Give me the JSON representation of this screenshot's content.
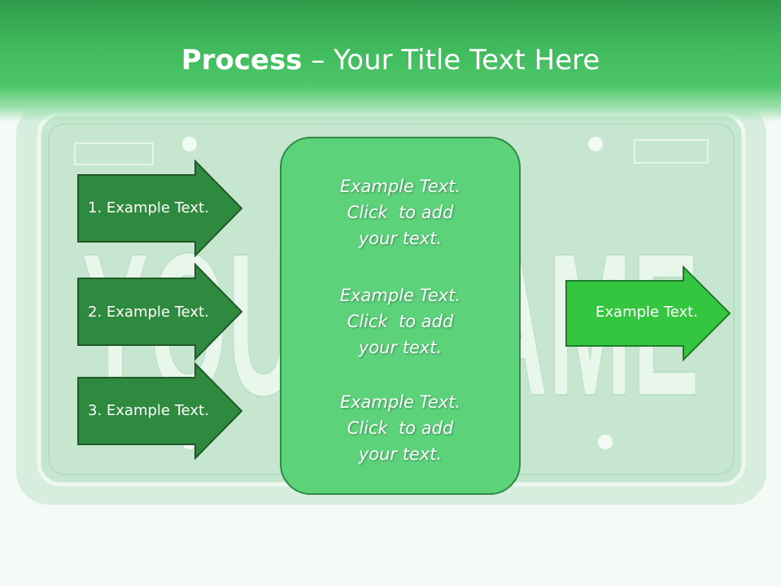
{
  "title": {
    "bold": "Process",
    "rest": " – Your Title Text Here"
  },
  "background_plate": {
    "lettering": "YOUR NAME"
  },
  "steps": [
    {
      "label": "1. Example Text."
    },
    {
      "label": "2. Example Text."
    },
    {
      "label": "3. Example Text."
    }
  ],
  "center": {
    "blocks": [
      {
        "line1": "Example Text.",
        "line2": "Click  to add",
        "line3": "your text."
      },
      {
        "line1": "Example Text.",
        "line2": "Click  to add",
        "line3": "your text."
      },
      {
        "line1": "Example Text.",
        "line2": "Click  to add",
        "line3": "your text."
      }
    ]
  },
  "result": {
    "label": "Example Text."
  },
  "colors": {
    "header_green": "#3fb85c",
    "dark_arrow": "#2e8a3e",
    "center_box": "#5cd27b",
    "bright_arrow": "#34c63e"
  }
}
